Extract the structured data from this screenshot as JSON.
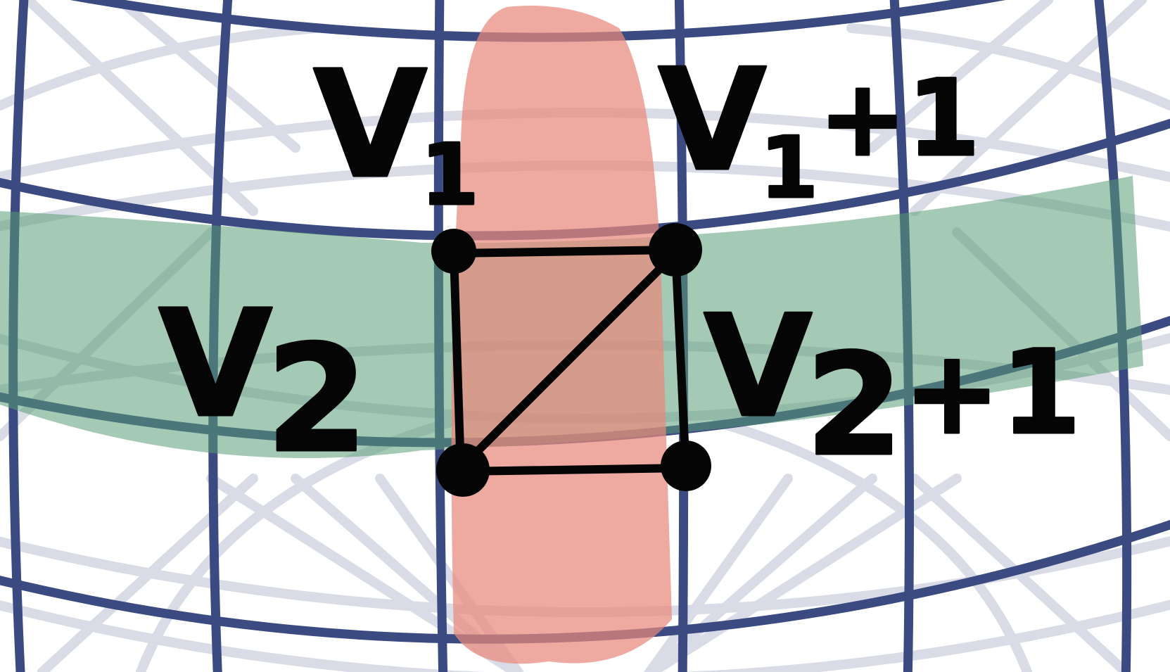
{
  "labels": {
    "v1": {
      "main": "V",
      "sub": "1",
      "suffix": ""
    },
    "v1_plus_1": {
      "main": "V",
      "sub": "1",
      "suffix": "+1"
    },
    "v2": {
      "main": "V",
      "sub": "2",
      "suffix": ""
    },
    "v2_plus_1": {
      "main": "V",
      "sub": "2",
      "suffix": "+1"
    }
  },
  "colors": {
    "grid_dark": "#3b4a80",
    "grid_light": "#d9dbe6",
    "column_highlight": "#e8897c",
    "row_highlight": "#5a9c76",
    "ink": "#050505",
    "background": "#ffffff"
  }
}
